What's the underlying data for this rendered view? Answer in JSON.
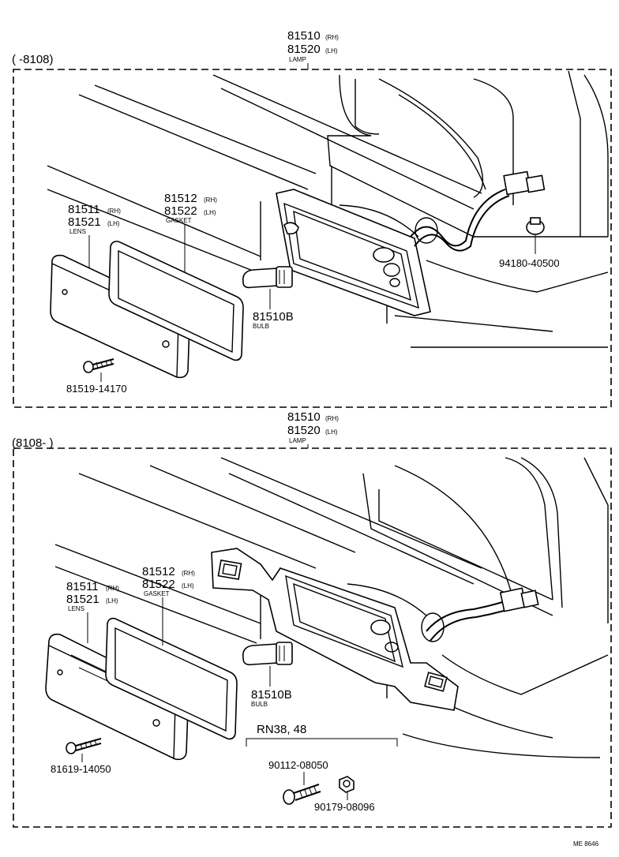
{
  "top_panel": {
    "range": "(      -8108)",
    "lamp": {
      "part_rh": "81510",
      "rh": "(RH)",
      "part_lh": "81520",
      "lh": "(LH)",
      "name": "LAMP"
    },
    "lens": {
      "part_rh": "81511",
      "rh": "(RH)",
      "part_lh": "81521",
      "lh": "(LH)",
      "name": "LENS"
    },
    "gasket": {
      "part_rh": "81512",
      "rh": "(RH)",
      "part_lh": "81522",
      "lh": "(LH)",
      "name": "GASKET"
    },
    "bulb": {
      "part": "81510B",
      "name": "BULB"
    },
    "screw": "81519-14170",
    "grommet": "94180-40500"
  },
  "bottom_panel": {
    "range": "(8108-      )",
    "lamp": {
      "part_rh": "81510",
      "rh": "(RH)",
      "part_lh": "81520",
      "lh": "(LH)",
      "name": "LAMP"
    },
    "lens": {
      "part_rh": "81511",
      "rh": "(RH)",
      "part_lh": "81521",
      "lh": "(LH)",
      "name": "LENS"
    },
    "gasket": {
      "part_rh": "81512",
      "rh": "(RH)",
      "part_lh": "81522",
      "lh": "(LH)",
      "name": "GASKET"
    },
    "bulb": {
      "part": "81510B",
      "name": "BULB"
    },
    "screw": "81619-14050",
    "model_group": "RN38, 48",
    "bolt": "90112-08050",
    "nut": "90179-08096"
  },
  "footer_code": "ME  8646"
}
